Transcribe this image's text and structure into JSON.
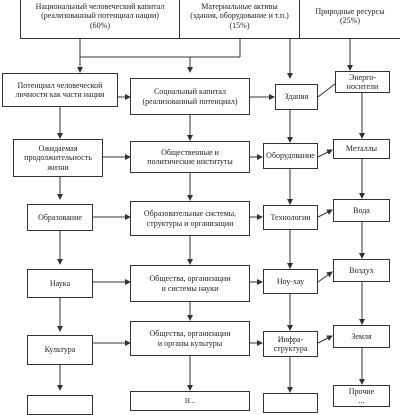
{
  "top_row": {
    "national_capital": "Национальный человеческий капитал\n(реализованный потенциал нации)\n(60%)",
    "material_assets": "Материальные активы\n(здания, оборудование и т.п.)\n(15%)",
    "natural_resources": "Природные ресурсы\n(25%)"
  },
  "left_column": [
    "Потенциал человеческой\nличности как части нации",
    "Ожидаемая\nпродолжительность\nжизни",
    "Образование",
    "Наука",
    "Культура",
    ""
  ],
  "middle_column": [
    "Социальный капитал\n(реализованный потенциал)",
    "Общественные и\nполитические институты",
    "Образовательные системы,\nструктуры и организации",
    "Общества, организации\nи системы науки",
    "Общества, организации\nи органы культуры",
    "Н..."
  ],
  "assets_column": [
    "Здания",
    "Оборудование",
    "Технологии",
    "Ноу-хау",
    "Инфра-\nструктура",
    ""
  ],
  "resources_column": [
    "Энерго-\nносители",
    "Металлы",
    "Вода",
    "Воздух",
    "Земля",
    "Прочие\n..."
  ]
}
